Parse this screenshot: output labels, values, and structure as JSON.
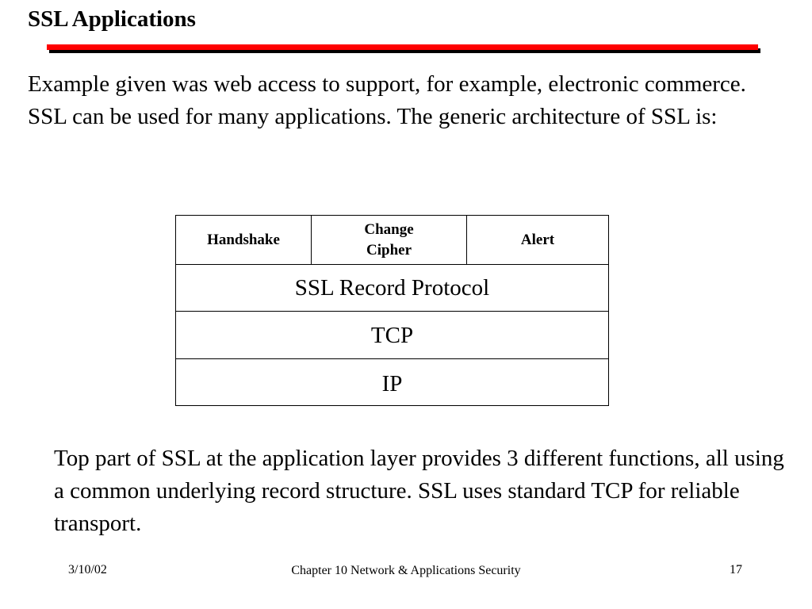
{
  "slide": {
    "title": "SSL Applications",
    "intro": "Example given was web access to support, for example, electronic commerce. SSL can be used for many applications. The generic architecture of SSL is:",
    "summary": "Top part of SSL at the application layer provides 3 different functions, all using a common underlying record structure. SSL uses standard TCP for reliable transport."
  },
  "diagram": {
    "top_row": {
      "handshake": "Handshake",
      "change_cipher": "Change Cipher",
      "alert": "Alert"
    },
    "layers": {
      "record": "SSL Record Protocol",
      "tcp": "TCP",
      "ip": "IP"
    }
  },
  "footer": {
    "date": "3/10/02",
    "chapter": "Chapter 10 Network & Applications Security",
    "page": "17"
  },
  "colors": {
    "title_rule": "#ff0000",
    "title_rule_shadow": "#000000"
  }
}
